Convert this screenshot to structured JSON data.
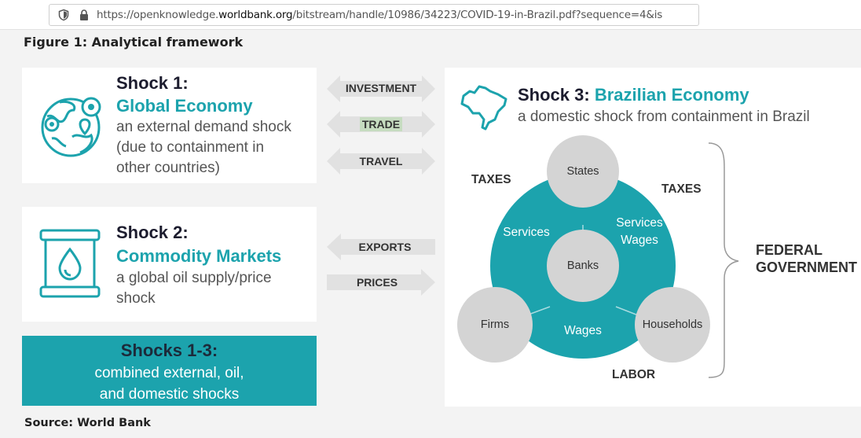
{
  "browser": {
    "url_prefix": "https://openknowledge.",
    "url_domain": "worldbank.org",
    "url_suffix": "/bitstream/handle/10986/34223/COVID-19-in-Brazil.pdf?sequence=4&is"
  },
  "figure": {
    "title": "Figure 1: Analytical framework",
    "source": "Source: World Bank"
  },
  "shock1": {
    "heading": "Shock 1:",
    "name": "Global Economy",
    "desc": "an external demand shock\n(due to containment in\nother countries)"
  },
  "shock2": {
    "heading": "Shock 2:",
    "name": "Commodity Markets",
    "desc": "a global oil supply/price\nshock"
  },
  "combined": {
    "heading": "Shocks 1-3:",
    "desc": "combined external, oil,\nand domestic shocks"
  },
  "arrows": {
    "investment": "INVESTMENT",
    "trade": "TRADE",
    "travel": "TRAVEL",
    "exports": "EXPORTS",
    "prices": "PRICES"
  },
  "shock3": {
    "heading": "Shock 3:",
    "name": "Brazilian Economy",
    "desc": "a domestic shock from containment in Brazil"
  },
  "diagram": {
    "nodes": {
      "states": "States",
      "banks": "Banks",
      "firms": "Firms",
      "households": "Households"
    },
    "flows": {
      "services_left": "Services",
      "services_wages": "Services\nWages",
      "wages": "Wages"
    },
    "taxes_left": "TAXES",
    "taxes_right": "TAXES",
    "labor": "LABOR",
    "federal": "FEDERAL\nGOVERNMENT"
  },
  "colors": {
    "teal": "#1ca3ad",
    "node_gray": "#d4d4d4",
    "arrow_gray": "#e1e1e1"
  }
}
